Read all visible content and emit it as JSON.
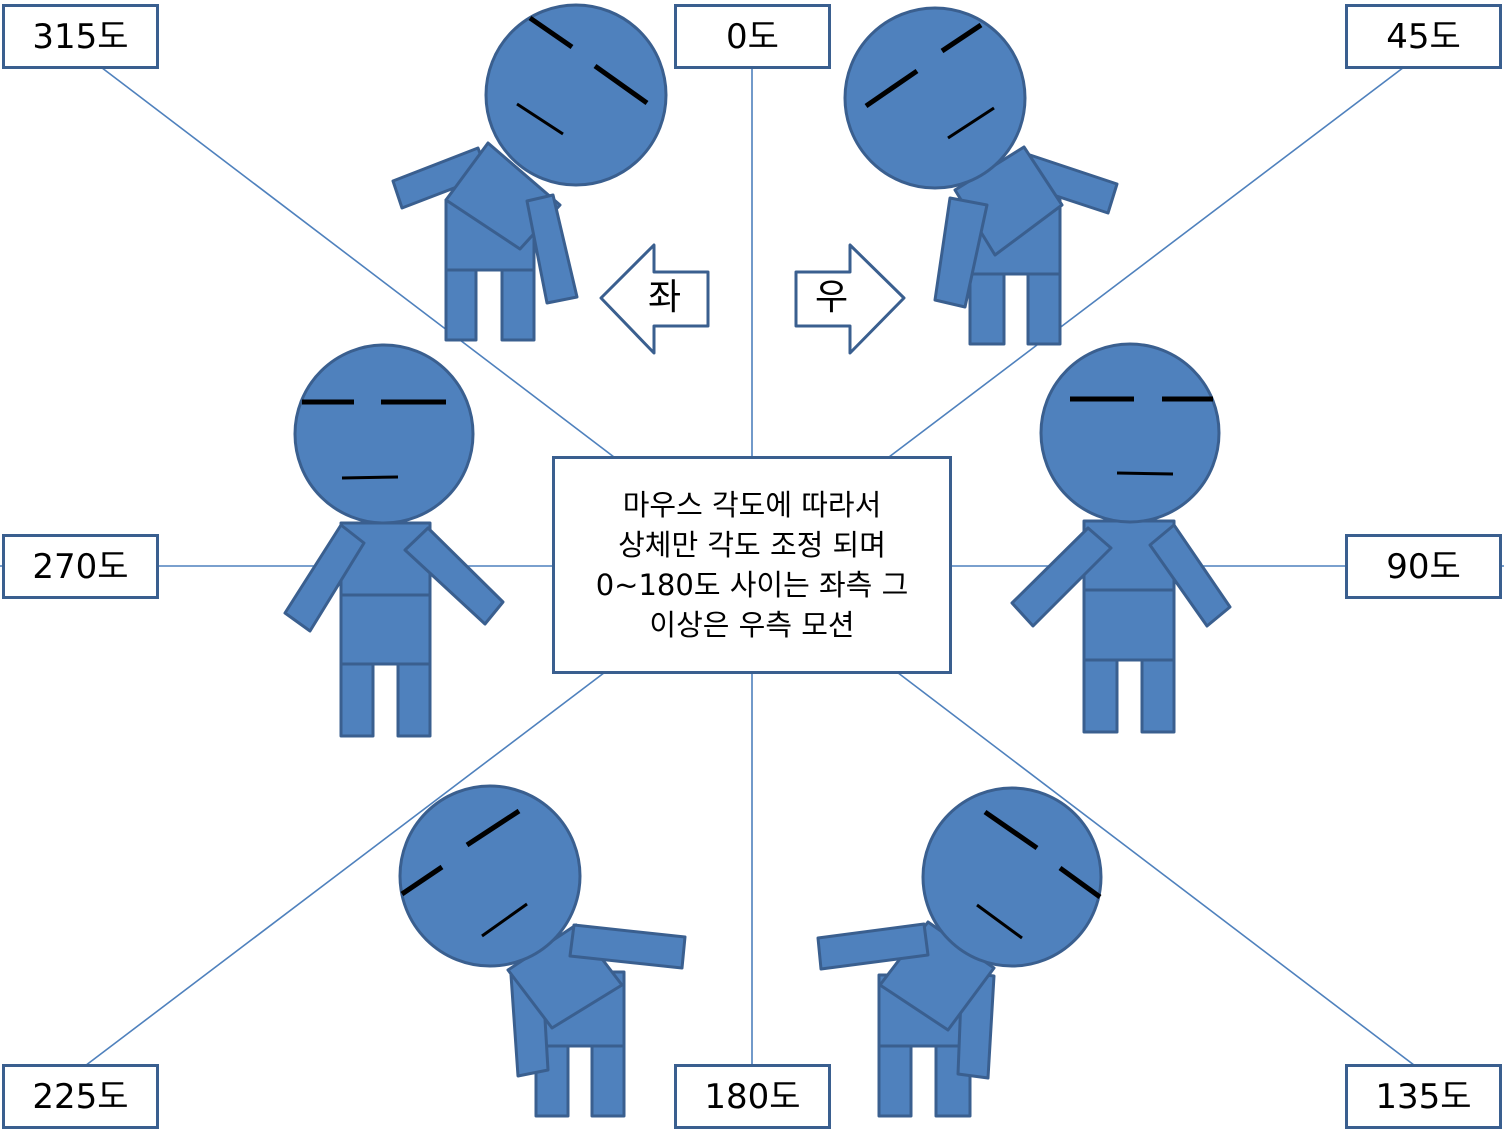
{
  "angle_labels": {
    "a0": "0도",
    "a45": "45도",
    "a90": "90도",
    "a135": "135도",
    "a180": "180도",
    "a225": "225도",
    "a270": "270도",
    "a315": "315도"
  },
  "arrows": {
    "left": "좌",
    "right": "우"
  },
  "center_note": {
    "line1": "마우스 각도에 따라서",
    "line2": "상체만 각도 조정 되며",
    "line3": "0~180도 사이는 좌측 그",
    "line4": "이상은 우측 모션"
  },
  "colors": {
    "figure_fill": "#4f81bd",
    "figure_stroke": "#3a5f8f",
    "guide_line": "#4f81bd",
    "text": "#000000"
  }
}
